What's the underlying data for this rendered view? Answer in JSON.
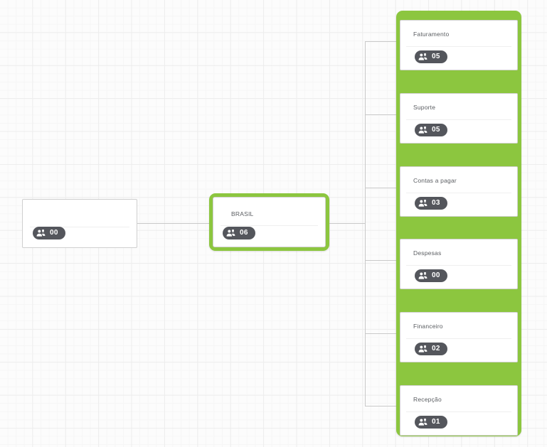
{
  "canvas": {
    "background_color": "#fcfcfc",
    "grid_minor_color": "#f6f6f6",
    "grid_major_color": "#ededed",
    "selection_color": "#8cc63f",
    "connector_color": "#c9c9c9",
    "badge_background": "#54565c",
    "badge_text_color": "#ffffff",
    "node_border_color": "#cfcfcf",
    "title_color": "#5a5d61"
  },
  "badge_icon_name": "group-users-icon",
  "nodes": {
    "root": {
      "title": "",
      "count": "00",
      "selected": false
    },
    "country": {
      "title": "BRASIL",
      "count": "06",
      "selected": true
    }
  },
  "departments": {
    "selected": true,
    "items": [
      {
        "title": "Faturamento",
        "count": "05"
      },
      {
        "title": "Suporte",
        "count": "05"
      },
      {
        "title": "Contas a pagar",
        "count": "03"
      },
      {
        "title": "Despesas",
        "count": "00"
      },
      {
        "title": "Financeiro",
        "count": "02"
      },
      {
        "title": "Recepção",
        "count": "01"
      }
    ]
  }
}
